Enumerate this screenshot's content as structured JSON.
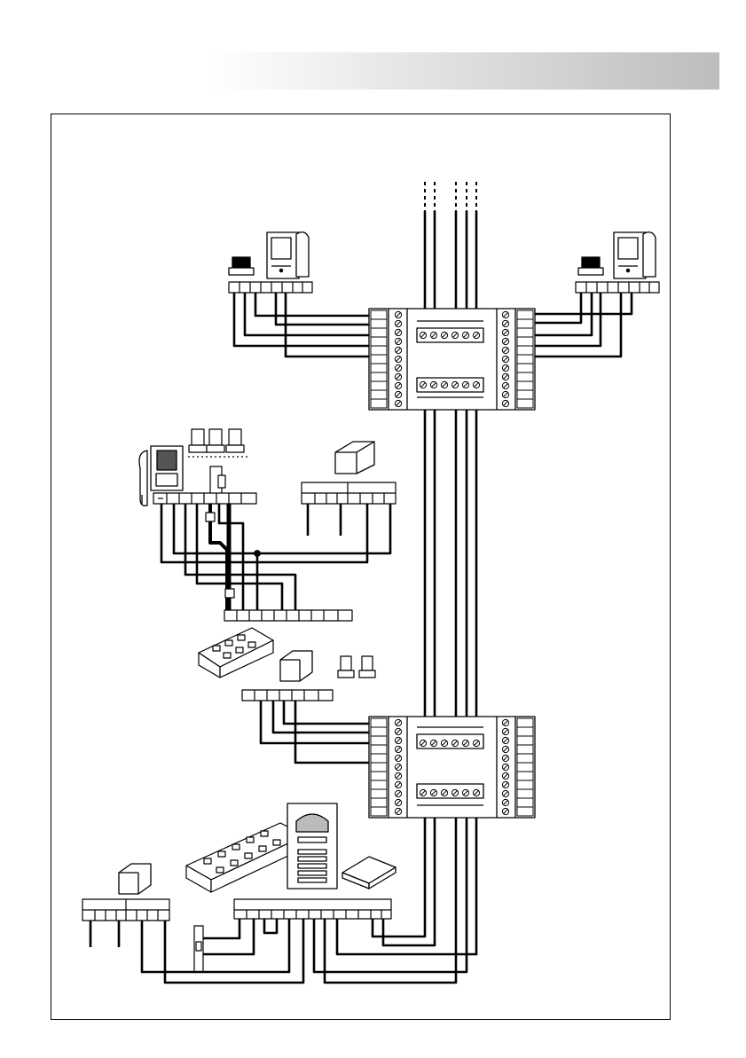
{
  "header": {
    "gradient_start": "#ffffff",
    "gradient_end": "#bdbdbd"
  },
  "diagram": {
    "line_color": "#000000",
    "background": "#ffffff",
    "devices": [
      {
        "id": "monitor-top-left",
        "icon": "video-monitor-icon"
      },
      {
        "id": "monitor-top-right",
        "icon": "video-monitor-icon"
      },
      {
        "id": "distributor-top",
        "icon": "distributor-box-icon"
      },
      {
        "id": "master-station",
        "icon": "concierge-station-icon"
      },
      {
        "id": "relays-top",
        "icon": "relay-module-icon"
      },
      {
        "id": "power-supply-top",
        "icon": "power-supply-icon"
      },
      {
        "id": "keypad-module",
        "icon": "keypad-module-icon"
      },
      {
        "id": "power-supply-mid",
        "icon": "power-supply-icon"
      },
      {
        "id": "relays-mid",
        "icon": "relay-module-icon"
      },
      {
        "id": "distributor-bottom",
        "icon": "distributor-box-icon"
      },
      {
        "id": "power-supply-bottom",
        "icon": "power-supply-icon"
      },
      {
        "id": "push-button-panel",
        "icon": "push-button-panel-icon"
      },
      {
        "id": "door-panel",
        "icon": "door-entry-panel-icon"
      },
      {
        "id": "decoder-module",
        "icon": "decoder-module-icon"
      },
      {
        "id": "door-lock",
        "icon": "electric-lock-icon"
      }
    ]
  }
}
